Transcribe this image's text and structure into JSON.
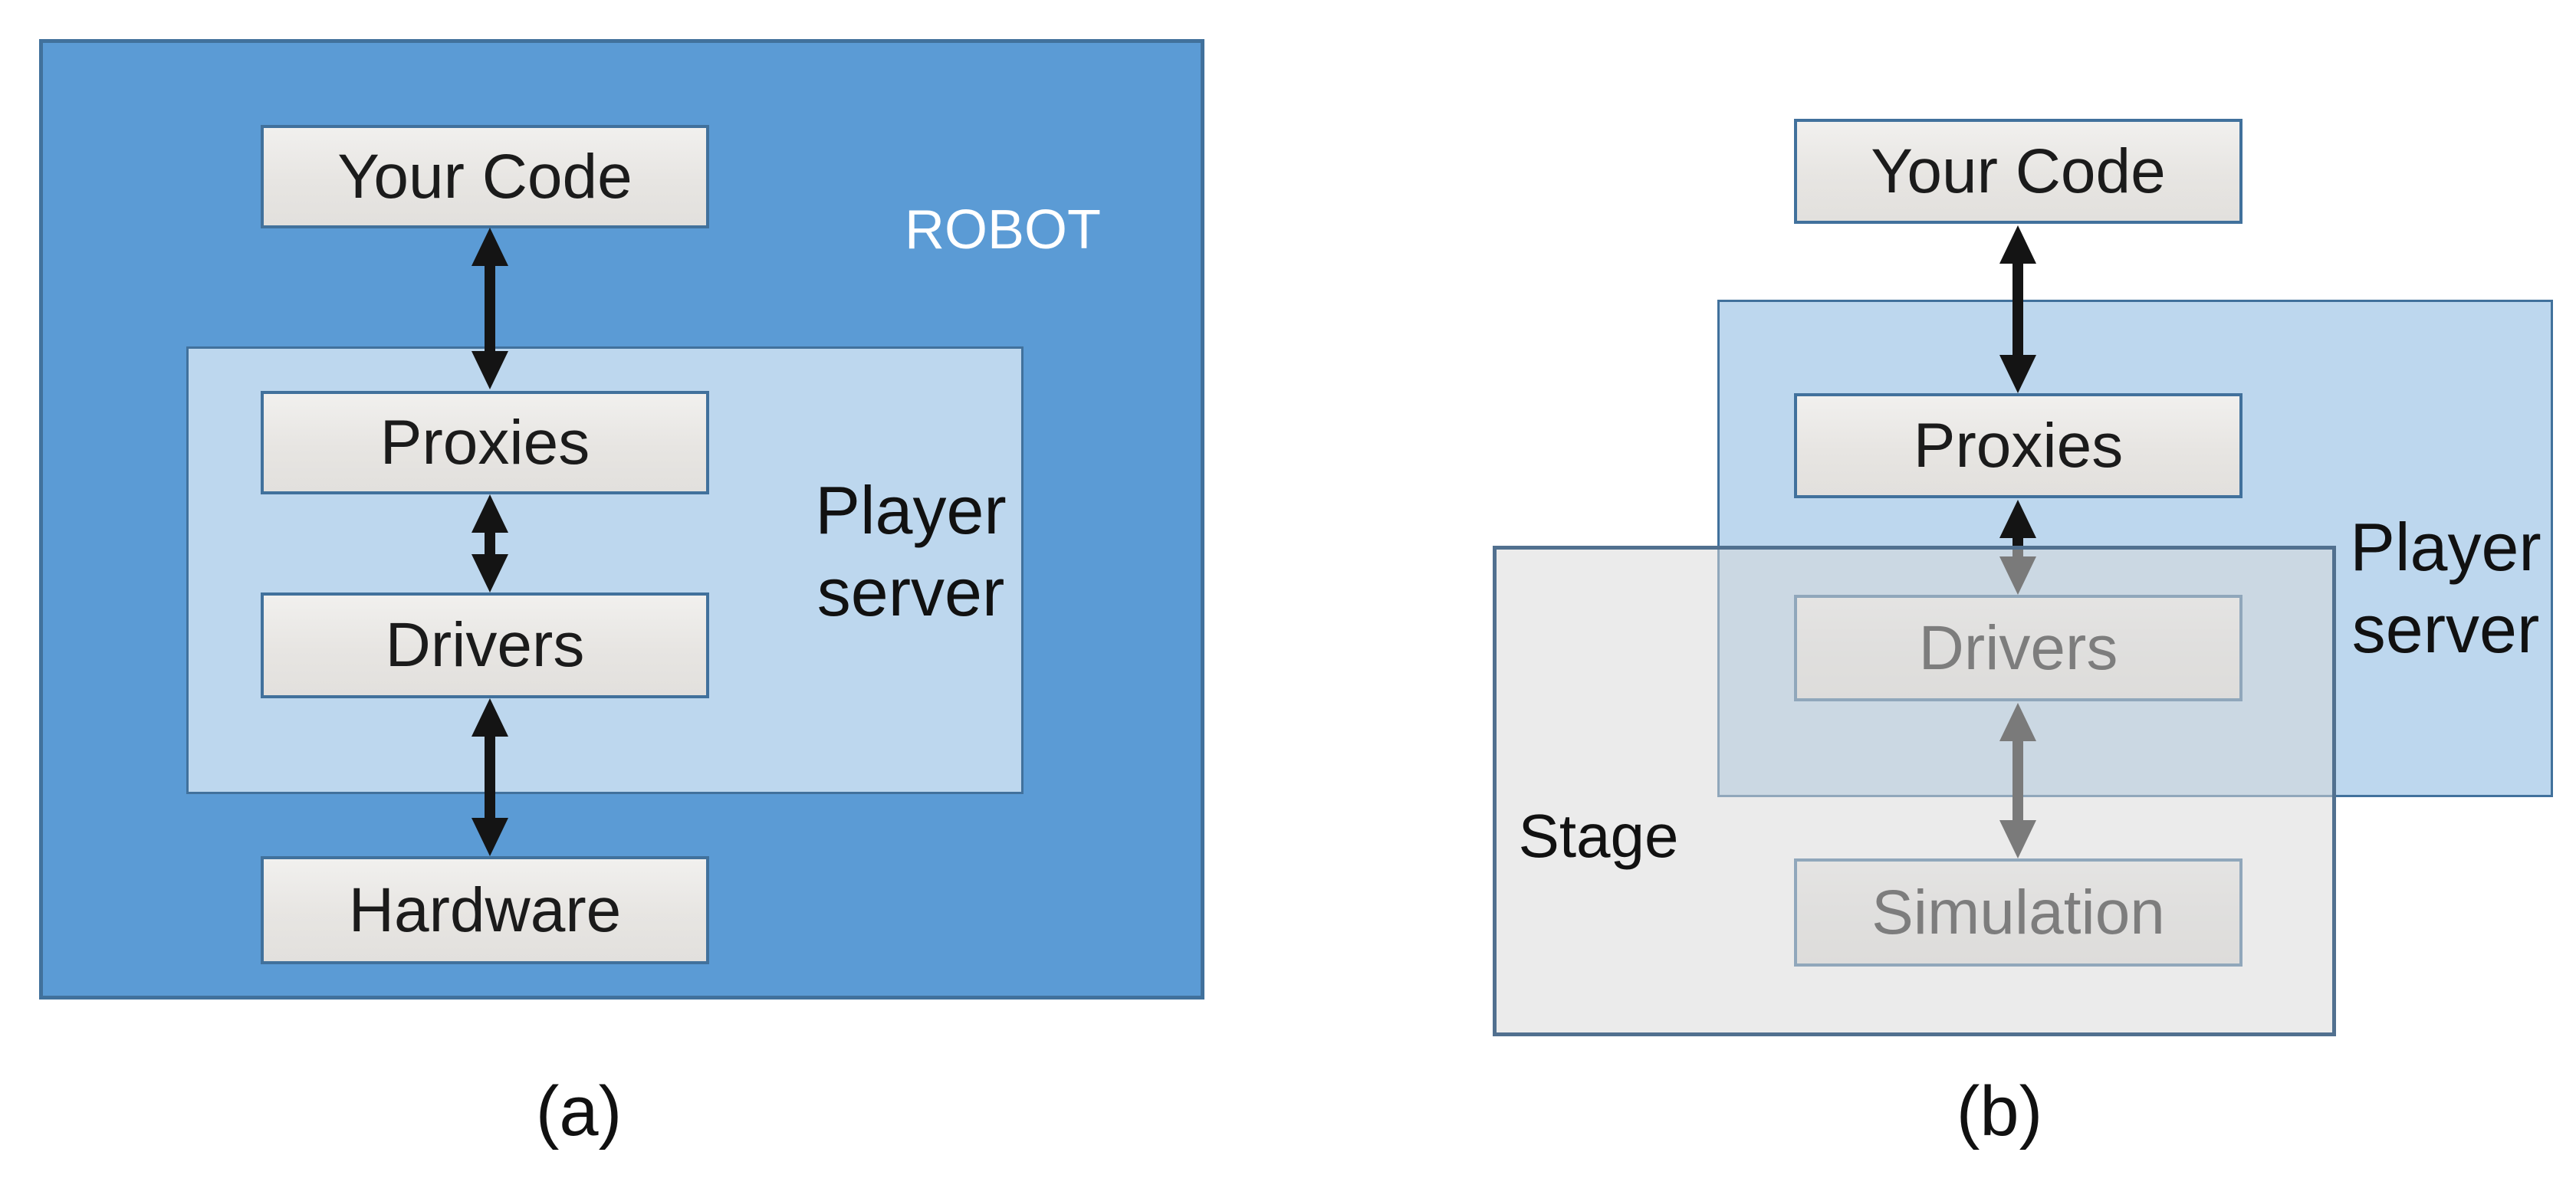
{
  "figure": {
    "description": "Player/Stage architecture diagram: (a) real robot, (b) simulation",
    "colors": {
      "robot_fill": "#5B9BD5",
      "player_server_fill": "#BDD7EE",
      "box_border": "#41719C",
      "stage_border": "#51708F",
      "stage_fill": "#D9D9D9",
      "node_fill": "#E7E5E2",
      "arrow": "#141414",
      "robot_label_color": "#FFFFFF",
      "text_color": "#111111"
    }
  },
  "diagram_a": {
    "caption": "(a)",
    "outer_label": "ROBOT",
    "server_label_line1": "Player",
    "server_label_line2": "server",
    "boxes": {
      "your_code": "Your Code",
      "proxies": "Proxies",
      "drivers": "Drivers",
      "hardware": "Hardware"
    }
  },
  "diagram_b": {
    "caption": "(b)",
    "server_label_line1": "Player",
    "server_label_line2": "server",
    "stage_label": "Stage",
    "boxes": {
      "your_code": "Your Code",
      "proxies": "Proxies",
      "drivers": "Drivers",
      "simulation": "Simulation"
    }
  }
}
